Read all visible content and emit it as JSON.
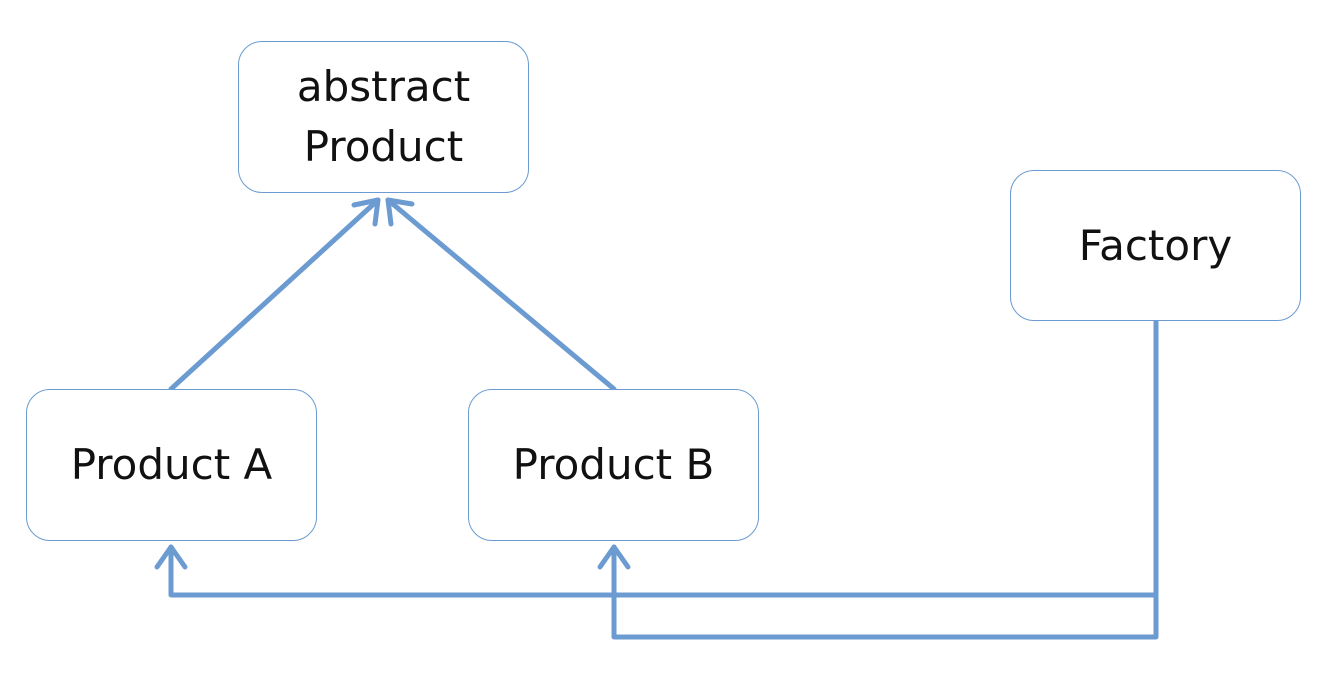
{
  "diagram": {
    "accent_color": "#6b9bd1",
    "nodes": {
      "abstract_product": {
        "line_one": "abstract",
        "line_two": "Product"
      },
      "factory": {
        "label": "Factory"
      },
      "product_a": {
        "label": "Product A"
      },
      "product_b": {
        "label": "Product B"
      }
    },
    "edges": [
      {
        "from": "Product A",
        "to": "abstract Product",
        "kind": "inheritance"
      },
      {
        "from": "Product B",
        "to": "abstract Product",
        "kind": "inheritance"
      },
      {
        "from": "Factory",
        "to": "Product A",
        "kind": "creates"
      },
      {
        "from": "Factory",
        "to": "Product B",
        "kind": "creates"
      }
    ]
  }
}
